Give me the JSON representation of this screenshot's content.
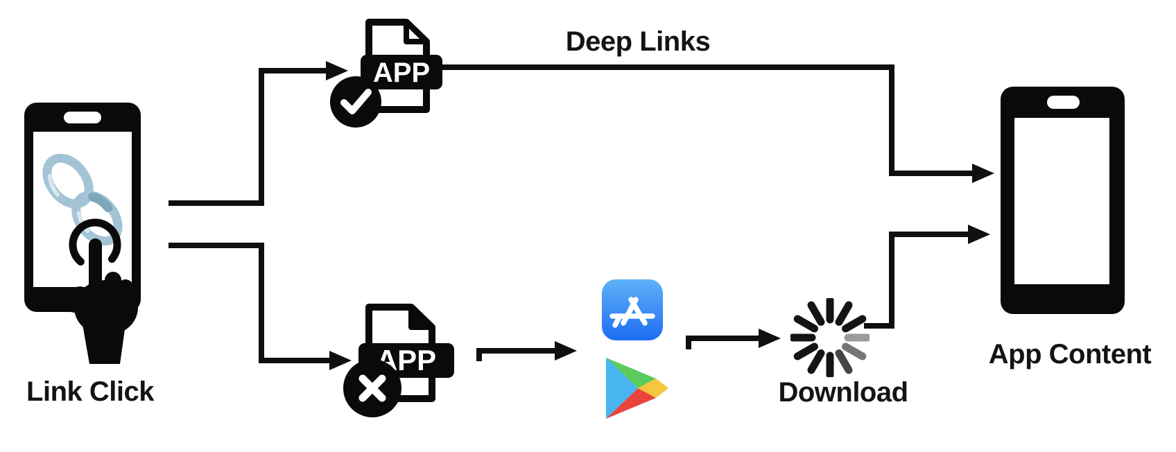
{
  "labels": {
    "link_click": "Link Click",
    "deep_links": "Deep Links",
    "download": "Download",
    "app_content": "App Content"
  },
  "app_file": {
    "label": "APP"
  },
  "nodes": {
    "source_phone": {
      "icon": "smartphone-link-tap",
      "caption": "Link Click"
    },
    "app_installed": {
      "icon": "app-file-check",
      "badge": "check"
    },
    "app_not_installed": {
      "icon": "app-file-cross",
      "badge": "cross"
    },
    "stores": {
      "icons": [
        "apple-app-store",
        "google-play"
      ]
    },
    "download_step": {
      "icon": "loading-spinner",
      "caption": "Download"
    },
    "target_phone": {
      "icon": "smartphone",
      "caption": "App Content"
    }
  },
  "flow": [
    "Link Click -> APP installed (check) -> Deep Links -> App Content",
    "Link Click -> APP not installed (cross) -> App Store / Google Play -> Download -> App Content"
  ],
  "colors": {
    "line": "#0f0f0f",
    "text": "#141414",
    "chain_link": "#a3c4d6",
    "chain_highlight": "#d8e8f0",
    "app_store_gradient_top": "#5eb1f8",
    "app_store_gradient_bottom": "#1e6cf2",
    "play_blue": "#47b5f0",
    "play_green": "#5bcb5b",
    "play_yellow": "#f6c63f",
    "play_red": "#e8443c",
    "spinner_dark": "#141414",
    "spinner_gray_light": "#9b9b9b",
    "spinner_gray_mid": "#757575",
    "spinner_gray_dark": "#454545"
  }
}
